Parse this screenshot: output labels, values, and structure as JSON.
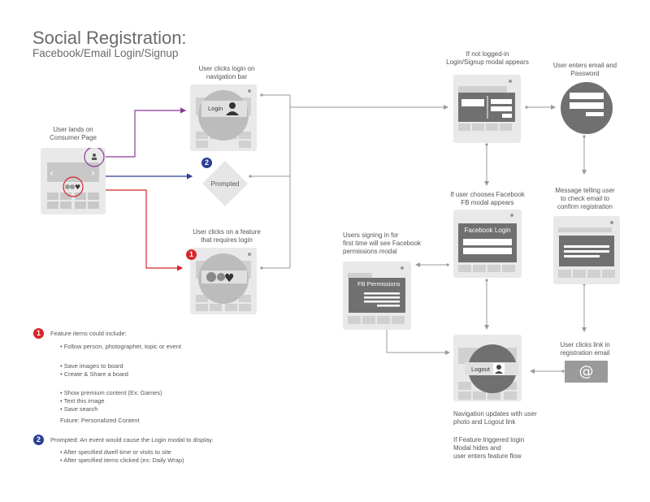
{
  "title": "Social Registration:",
  "subtitle": "Facebook/Email Login/Signup",
  "colors": {
    "purple": "#8a3a96",
    "blue": "#2c3f93",
    "red": "#d7262a",
    "dark": "#6e6e6e",
    "frame": "#e9e9e9",
    "line": "#9a9a9a"
  },
  "nodes": {
    "consumer": {
      "caption1": "User lands on",
      "caption2": "Consumer Page"
    },
    "login_nav": {
      "caption1": "User clicks login on",
      "caption2": "navigation bar",
      "label": "Login"
    },
    "prompted": {
      "badge": "2",
      "label": "Prompted"
    },
    "feature": {
      "caption1": "User clicks on a feature",
      "caption2": "that requires login",
      "badge": "1"
    },
    "modal": {
      "caption1": "If not logged-in",
      "caption2": "Login/Signup modal appears"
    },
    "email": {
      "caption1": "User enters email and",
      "caption2": "Password"
    },
    "fb_modal": {
      "caption1": "If user chooses Facebook",
      "caption2": "FB modal appears",
      "label": "Facebook Login"
    },
    "fb_perm": {
      "caption1": "Users signing in for",
      "caption2": "first time will see Facebook",
      "caption3": "permissions modal",
      "label": "FB Permissions"
    },
    "confirm": {
      "caption1": "Message telling user",
      "caption2": "to check email to",
      "caption3": "confirm registration"
    },
    "click_link": {
      "caption1": "User clicks link in",
      "caption2": "registration email",
      "symbol": "@"
    },
    "logout": {
      "label": "Logout",
      "caption1": "Navigation updates with user",
      "caption2": "photo and Logout link",
      "caption3": "If Feature triggered login",
      "caption4": "Modal hides and",
      "caption5": "user enters feature flow"
    }
  },
  "notes": {
    "one": {
      "badge": "1",
      "heading": "Feature items could include:",
      "items": [
        "• Follow person, photographer, topic or event",
        "• Save images to board",
        "• Create & Share a board",
        "• Show premium content (Ex: Games)",
        "• Text this image",
        "• Save search"
      ],
      "future": "Future: Personalized Content"
    },
    "two": {
      "badge": "2",
      "heading": "Prompted: An event would cause the Login modal to display.",
      "items": [
        "• After specified dwell time or visits to site",
        "• After specified items clicked (ex: Daily Wrap)"
      ]
    }
  }
}
